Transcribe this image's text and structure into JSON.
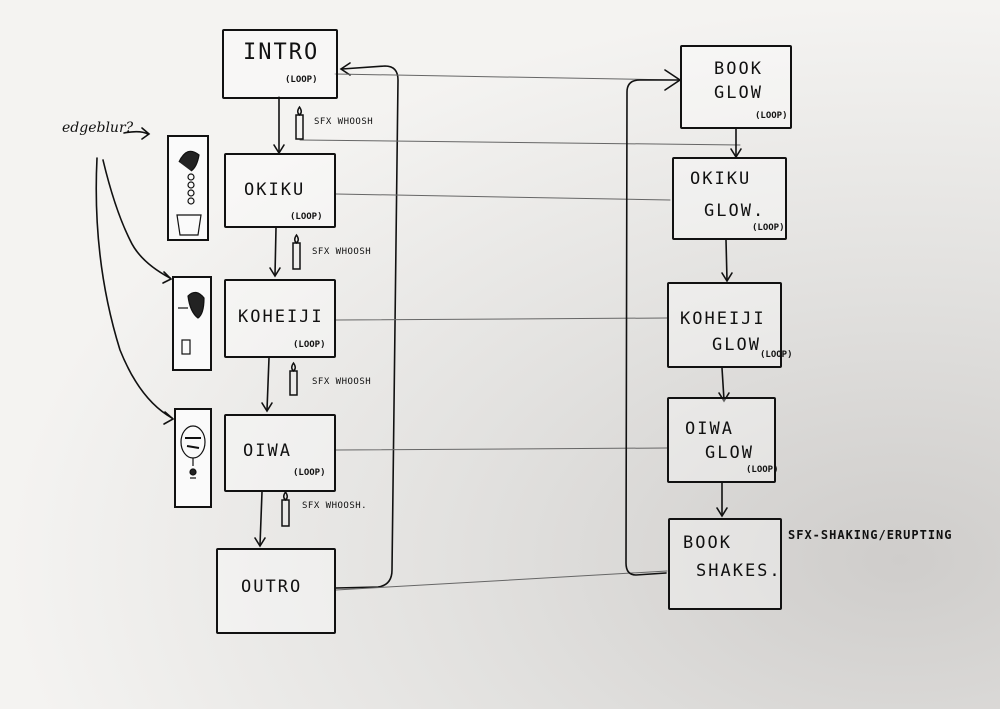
{
  "left_flow": {
    "intro": {
      "title": "INTRO",
      "loop": "(LOOP)"
    },
    "okiku": {
      "title": "OKIKU",
      "loop": "(LOOP)"
    },
    "koheiji": {
      "title": "KOHEIJI",
      "loop": "(LOOP)"
    },
    "oiwa": {
      "title": "OIWA",
      "loop": "(LOOP)"
    },
    "outro": {
      "title": "OUTRO"
    },
    "sfx": [
      "SFX WHOOSH",
      "SFX WHOOSH",
      "SFX WHOOSH",
      "SFX WHOOSH."
    ]
  },
  "right_flow": {
    "book_glow": {
      "line1": "BOOK",
      "line2": "GLOW",
      "loop": "(LOOP)"
    },
    "okiku_glow": {
      "line1": "OKIKU",
      "line2": "GLOW.",
      "loop": "(LOOP)"
    },
    "koheiji_glow": {
      "line1": "KOHEIJI",
      "line2": "GLOW",
      "loop": "(LOOP)"
    },
    "oiwa_glow": {
      "line1": "OIWA",
      "line2": "GLOW",
      "loop": "(LOOP)"
    },
    "book_shakes": {
      "line1": "BOOK",
      "line2": "SHAKES."
    },
    "sfx_shaking": "SFX-SHAKING/ERUPTING"
  },
  "annotation": "edgeblur?",
  "colors": {
    "ink": "#111111",
    "paper": "#f4f3f1"
  }
}
